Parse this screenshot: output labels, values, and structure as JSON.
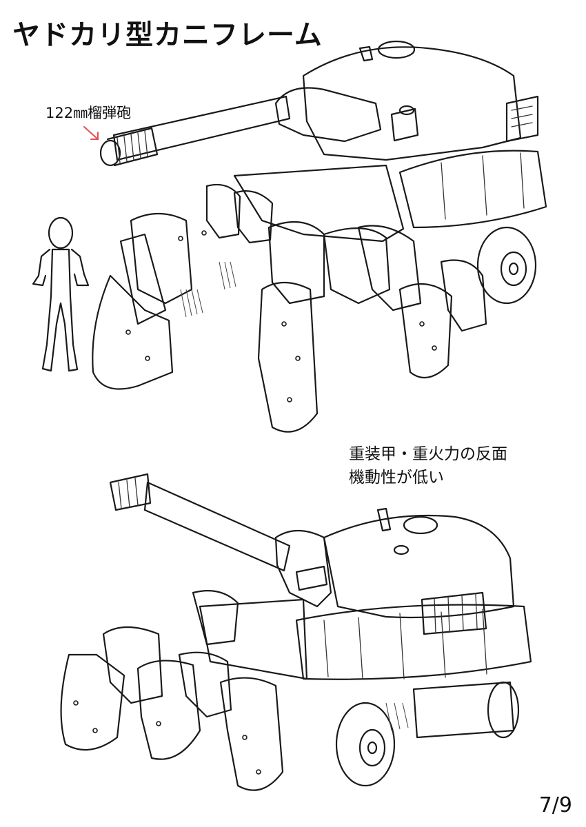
{
  "title": "ヤドカリ型カニフレーム",
  "callout": "122㎜榴弾砲",
  "note": {
    "line1": "重装甲・重火力の反面",
    "line2": "機動性が低い"
  },
  "page_number": "7/9",
  "colors": {
    "ink": "#1a1a1a",
    "arrow": "#e05050",
    "paper": "#ffffff"
  }
}
